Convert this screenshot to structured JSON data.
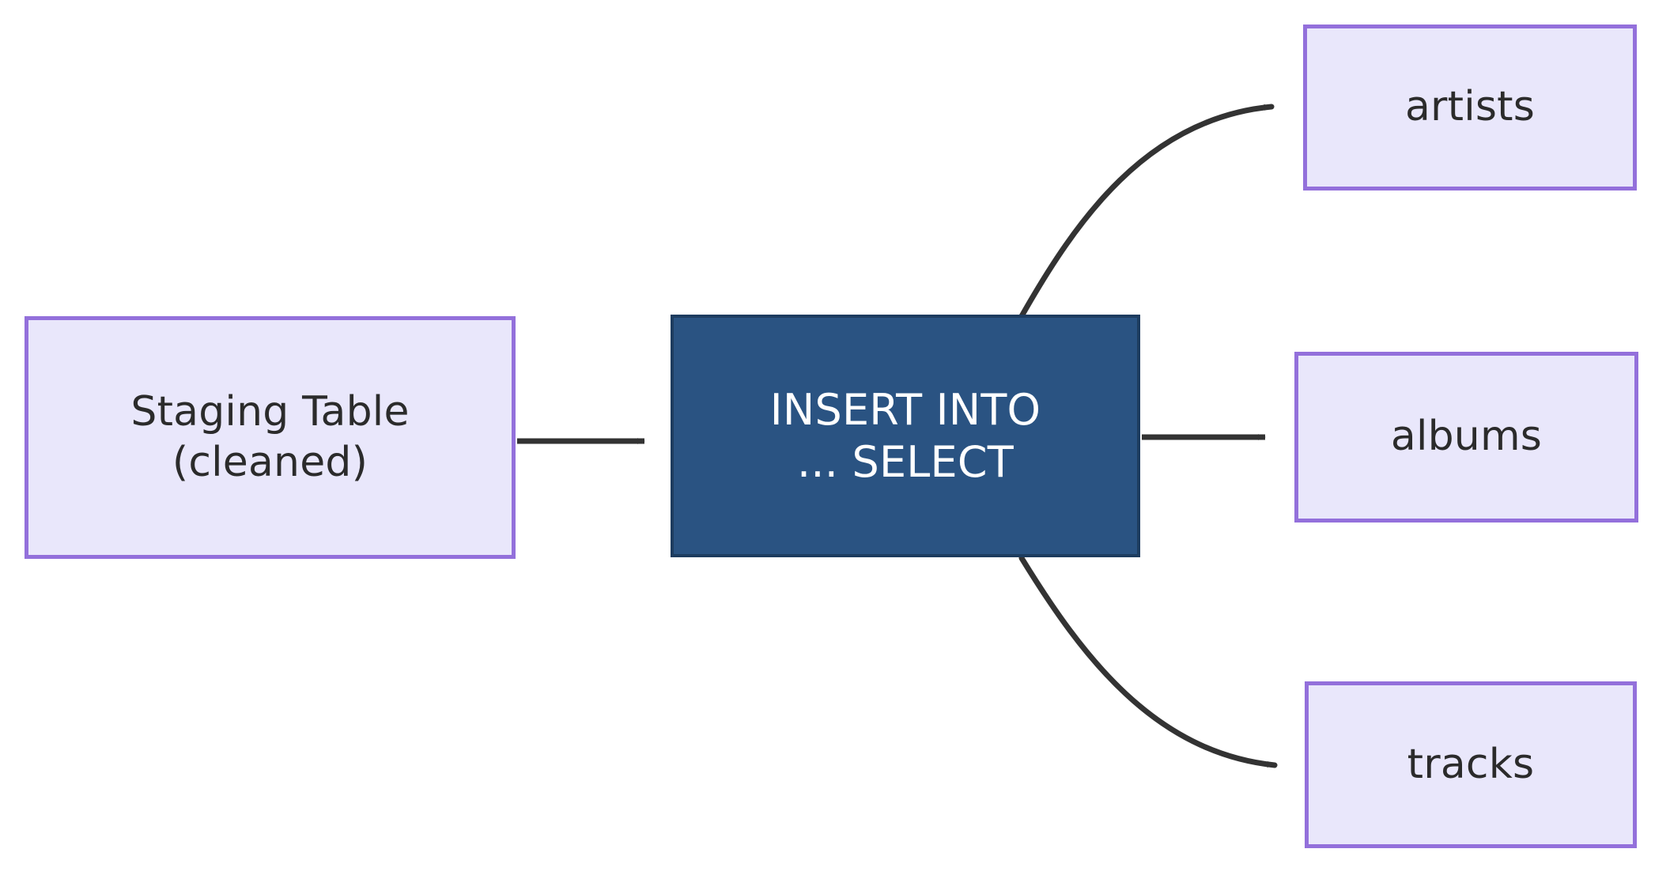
{
  "diagram": {
    "type": "flowchart",
    "direction": "left-to-right",
    "background_color": "#ffffff",
    "nodes": [
      {
        "id": "staging",
        "label": "Staging Table\n(cleaned)",
        "shape": "rectangle",
        "fill_color": "#e9e7fb",
        "border_color": "#9370db",
        "text_color": "#2b2b2b"
      },
      {
        "id": "insert",
        "label": "INSERT INTO\n... SELECT",
        "shape": "rectangle",
        "fill_color": "#2a5382",
        "border_color": "#1d3c5f",
        "text_color": "#ffffff"
      },
      {
        "id": "artists",
        "label": "artists",
        "shape": "rectangle",
        "fill_color": "#e9e7fb",
        "border_color": "#9370db",
        "text_color": "#2b2b2b"
      },
      {
        "id": "albums",
        "label": "albums",
        "shape": "rectangle",
        "fill_color": "#e9e7fb",
        "border_color": "#9370db",
        "text_color": "#2b2b2b"
      },
      {
        "id": "tracks",
        "label": "tracks",
        "shape": "rectangle",
        "fill_color": "#e9e7fb",
        "border_color": "#9370db",
        "text_color": "#2b2b2b"
      }
    ],
    "edges": [
      {
        "id": "staging-to-insert",
        "from": "staging",
        "to": "insert",
        "label": "",
        "style": "straight",
        "color": "#333333",
        "arrowhead": "solid-triangle"
      },
      {
        "id": "insert-to-artists",
        "from": "insert",
        "to": "artists",
        "label": "",
        "style": "curved",
        "color": "#333333",
        "arrowhead": "solid-triangle"
      },
      {
        "id": "insert-to-albums",
        "from": "insert",
        "to": "albums",
        "label": "",
        "style": "straight",
        "color": "#333333",
        "arrowhead": "solid-triangle"
      },
      {
        "id": "insert-to-tracks",
        "from": "insert",
        "to": "tracks",
        "label": "",
        "style": "curved",
        "color": "#333333",
        "arrowhead": "solid-triangle"
      }
    ]
  }
}
